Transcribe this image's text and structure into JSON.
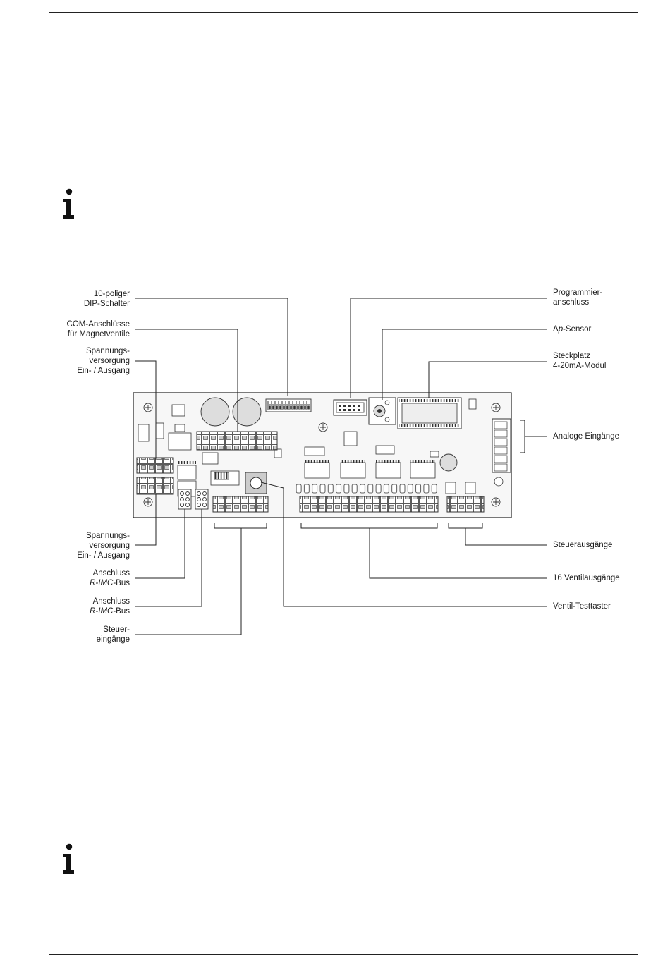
{
  "labels_left": {
    "dip": [
      "10-poliger",
      "DIP-Schalter"
    ],
    "com": [
      "COM-Anschlüsse",
      "für Magnetventile"
    ],
    "power_top": [
      "Spannungs-",
      "versorgung",
      "Ein- / Ausgang"
    ],
    "power_bottom": [
      "Spannungs-",
      "versorgung",
      "Ein- / Ausgang"
    ],
    "bus1": {
      "line1": "Anschluss",
      "italic": "R-IMC",
      "suffix": "-Bus"
    },
    "bus2": {
      "line1": "Anschluss",
      "italic": "R-IMC",
      "suffix": "-Bus"
    },
    "steuer_in": [
      "Steuer-",
      "eingänge"
    ]
  },
  "labels_right": {
    "prog": [
      "Programmier-",
      "anschluss"
    ],
    "dp": {
      "symbol": "Δ",
      "italic": "p",
      "suffix": "-Sensor"
    },
    "slot": [
      "Steckplatz",
      "4-20mA-Modul"
    ],
    "analog": "Analoge Eingänge",
    "steuer_out": "Steuerausgänge",
    "valves": "16 Ventilausgänge",
    "test": "Ventil-Testtaster"
  },
  "icons": {
    "info": "info-icon"
  },
  "colors": {
    "ink": "#1a1a1a",
    "board": "#f7f7f7"
  }
}
